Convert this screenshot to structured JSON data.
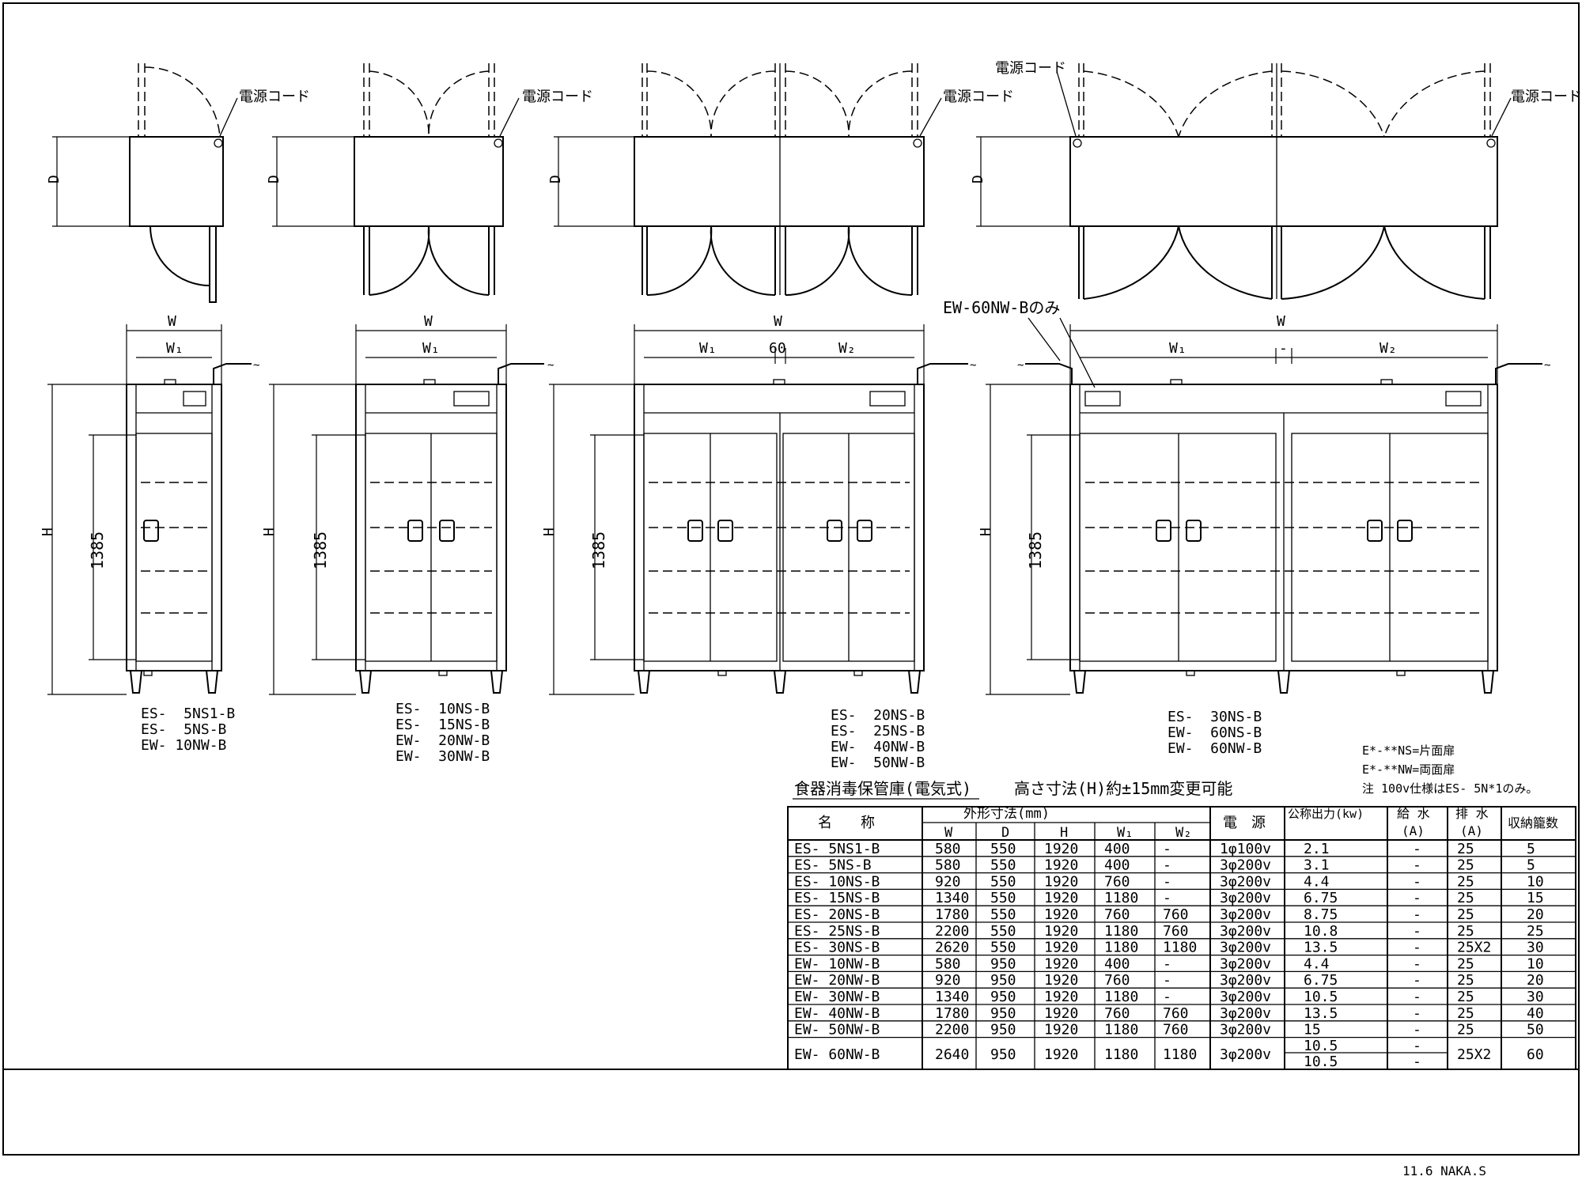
{
  "power_cord_label": "電源コード",
  "dims": {
    "D": "D",
    "W": "W",
    "W1": "W₁",
    "W2": "W₂",
    "H": "H",
    "gap60": "60",
    "dash": "-",
    "inner_height": "1385"
  },
  "note_60nw_only": "EW-60NW-Bのみ",
  "groups": [
    {
      "models": [
        "ES-  5NS1-B",
        "ES-  5NS-B",
        "EW- 10NW-B"
      ]
    },
    {
      "models": [
        "ES-  10NS-B",
        "ES-  15NS-B",
        "EW-  20NW-B",
        "EW-  30NW-B"
      ]
    },
    {
      "models": [
        "ES-  20NS-B",
        "ES-  25NS-B",
        "EW-  40NW-B",
        "EW-  50NW-B"
      ]
    },
    {
      "models": [
        "ES-  30NS-B",
        "EW-  60NS-B",
        "EW-  60NW-B"
      ]
    }
  ],
  "heading": {
    "title": "食器消毒保管庫(電気式)",
    "height_note": "高さ寸法(H)約±15mm変更可能"
  },
  "notes": [
    "E*-**NS=片面扉",
    "E*-**NW=両面扉",
    "注 100v仕様はES- 5N*1のみ。"
  ],
  "table": {
    "col_name": "名　　称",
    "col_outer": "外形寸法(mm)",
    "col_W": "W",
    "col_D": "D",
    "col_H": "H",
    "col_W1": "W₁",
    "col_W2": "W₂",
    "col_power": "電　源",
    "col_output": "公称出力(kw)",
    "col_supply": "給 水",
    "col_drain": "排 水",
    "col_supply_unit": "(A)",
    "col_drain_unit": "(A)",
    "col_capacity": "収納籠数",
    "rows": [
      {
        "name": "ES-  5NS1-B",
        "W": "580",
        "D": "550",
        "H": "1920",
        "W1": "400",
        "W2": "-",
        "power": "1φ100v",
        "output": "2.1",
        "supply": "-",
        "drain": "25",
        "capacity": "5"
      },
      {
        "name": "ES-  5NS-B",
        "W": "580",
        "D": "550",
        "H": "1920",
        "W1": "400",
        "W2": "-",
        "power": "3φ200v",
        "output": "3.1",
        "supply": "-",
        "drain": "25",
        "capacity": "5"
      },
      {
        "name": "ES- 10NS-B",
        "W": "920",
        "D": "550",
        "H": "1920",
        "W1": "760",
        "W2": "-",
        "power": "3φ200v",
        "output": "4.4",
        "supply": "-",
        "drain": "25",
        "capacity": "10"
      },
      {
        "name": "ES- 15NS-B",
        "W": "1340",
        "D": "550",
        "H": "1920",
        "W1": "1180",
        "W2": "-",
        "power": "3φ200v",
        "output": "6.75",
        "supply": "-",
        "drain": "25",
        "capacity": "15"
      },
      {
        "name": "ES- 20NS-B",
        "W": "1780",
        "D": "550",
        "H": "1920",
        "W1": "760",
        "W2": "760",
        "power": "3φ200v",
        "output": "8.75",
        "supply": "-",
        "drain": "25",
        "capacity": "20"
      },
      {
        "name": "ES- 25NS-B",
        "W": "2200",
        "D": "550",
        "H": "1920",
        "W1": "1180",
        "W2": "760",
        "power": "3φ200v",
        "output": "10.8",
        "supply": "-",
        "drain": "25",
        "capacity": "25"
      },
      {
        "name": "ES- 30NS-B",
        "W": "2620",
        "D": "550",
        "H": "1920",
        "W1": "1180",
        "W2": "1180",
        "power": "3φ200v",
        "output": "13.5",
        "supply": "-",
        "drain": "25X2",
        "capacity": "30"
      },
      {
        "name": "EW- 10NW-B",
        "W": "580",
        "D": "950",
        "H": "1920",
        "W1": "400",
        "W2": "-",
        "power": "3φ200v",
        "output": "4.4",
        "supply": "-",
        "drain": "25",
        "capacity": "10"
      },
      {
        "name": "EW- 20NW-B",
        "W": "920",
        "D": "950",
        "H": "1920",
        "W1": "760",
        "W2": "-",
        "power": "3φ200v",
        "output": "6.75",
        "supply": "-",
        "drain": "25",
        "capacity": "20"
      },
      {
        "name": "EW- 30NW-B",
        "W": "1340",
        "D": "950",
        "H": "1920",
        "W1": "1180",
        "W2": "-",
        "power": "3φ200v",
        "output": "10.5",
        "supply": "-",
        "drain": "25",
        "capacity": "30"
      },
      {
        "name": "EW- 40NW-B",
        "W": "1780",
        "D": "950",
        "H": "1920",
        "W1": "760",
        "W2": "760",
        "power": "3φ200v",
        "output": "13.5",
        "supply": "-",
        "drain": "25",
        "capacity": "40"
      },
      {
        "name": "EW- 50NW-B",
        "W": "2200",
        "D": "950",
        "H": "1920",
        "W1": "1180",
        "W2": "760",
        "power": "3φ200v",
        "output": "15",
        "supply": "-",
        "drain": "25",
        "capacity": "50"
      }
    ],
    "last_row": {
      "name": "EW- 60NW-B",
      "W": "2640",
      "D": "950",
      "H": "1920",
      "W1": "1180",
      "W2": "1180",
      "power": "3φ200v",
      "output_a": "10.5",
      "output_b": "10.5",
      "supply_a": "-",
      "supply_b": "-",
      "drain": "25X2",
      "capacity": "60"
    }
  },
  "footer": "11.6 NAKA.S"
}
